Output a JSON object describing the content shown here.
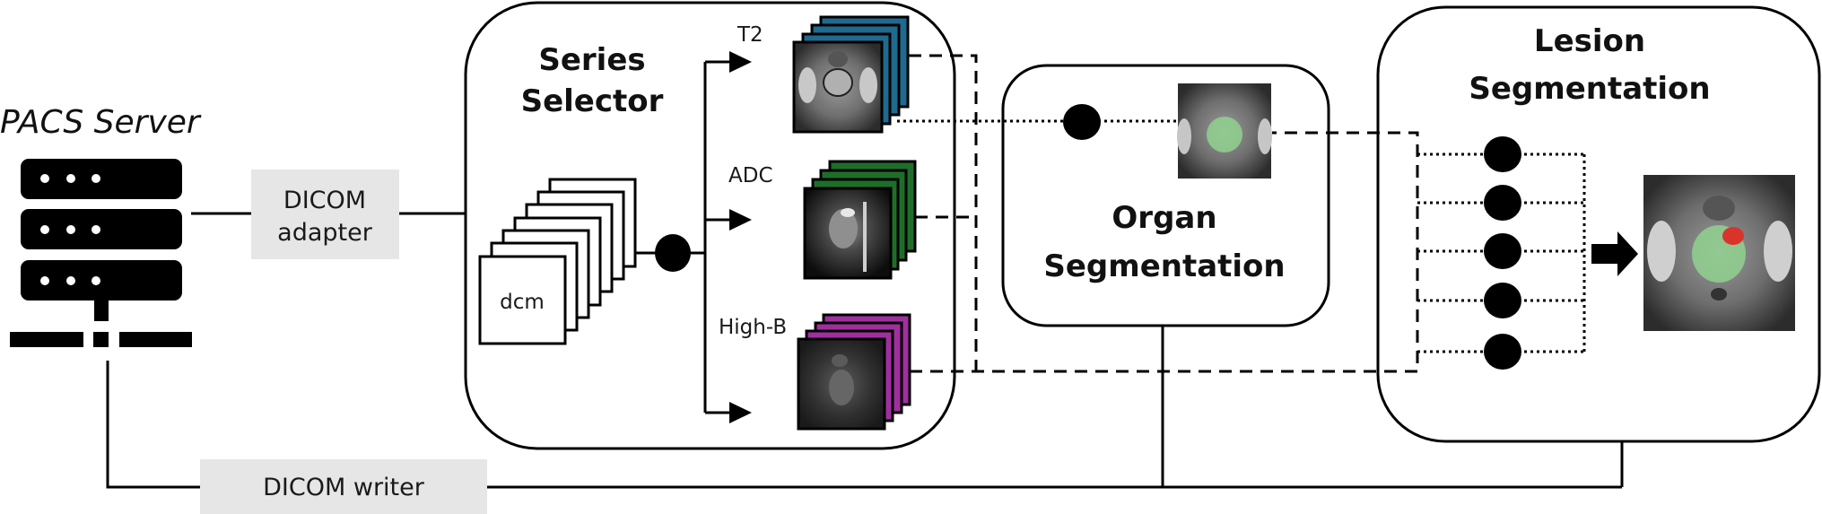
{
  "diagram": {
    "pacs": {
      "label": "PACS Server",
      "icon": "server-rack-icon"
    },
    "dicom_adapter": {
      "line1": "DICOM",
      "line2": "adapter"
    },
    "dicom_writer": {
      "label": "DICOM writer"
    },
    "series_selector": {
      "title_line1": "Series",
      "title_line2": "Selector",
      "input_label": "dcm",
      "outputs": [
        {
          "label": "T2",
          "color": "#1f6a8f"
        },
        {
          "label": "ADC",
          "color": "#1e6e2a"
        },
        {
          "label": "High-B",
          "color": "#a02f9e"
        }
      ]
    },
    "organ_segmentation": {
      "title_line1": "Organ",
      "title_line2": "Segmentation",
      "overlay_color": "#8fd18f"
    },
    "lesion_segmentation": {
      "title_line1": "Lesion",
      "title_line2": "Segmentation",
      "ensemble_models": 5,
      "lesion_color": "#d9342b",
      "organ_color": "#8fd18f"
    },
    "colors": {
      "line": "#000000",
      "gray_box": "#e6e6e6"
    }
  }
}
